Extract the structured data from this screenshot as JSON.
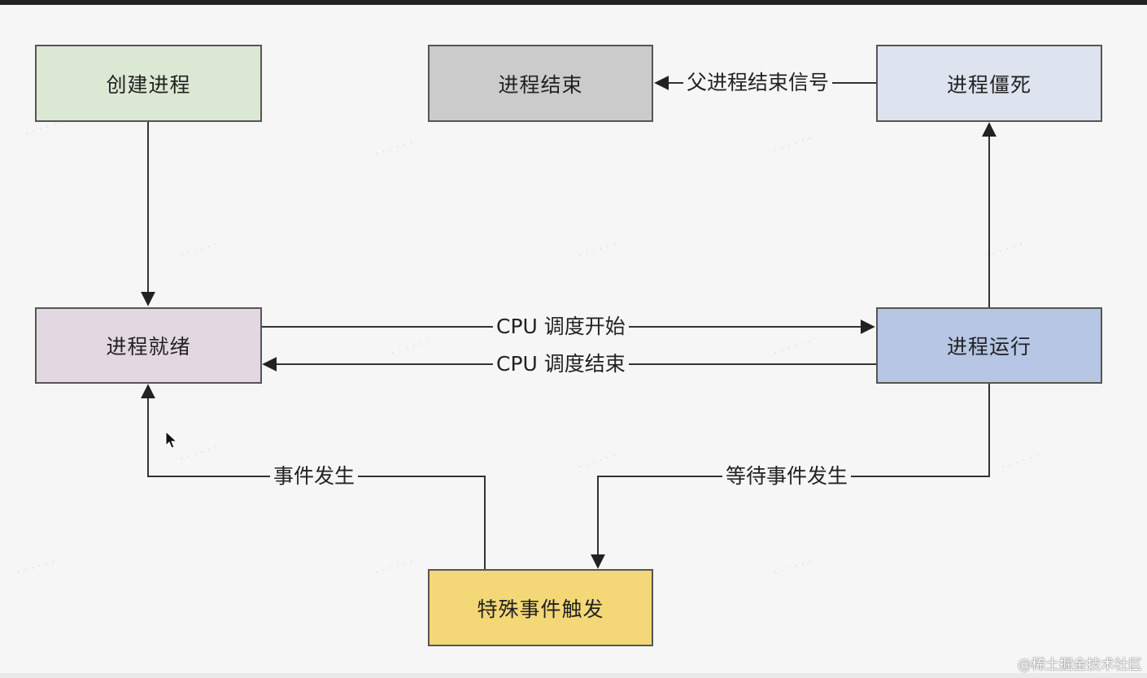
{
  "nodes": {
    "create": {
      "label": "创建进程",
      "color": "#dbe8d3"
    },
    "end": {
      "label": "进程结束",
      "color": "#cbcbcb"
    },
    "zombie": {
      "label": "进程僵死",
      "color": "#dde3ef"
    },
    "ready": {
      "label": "进程就绪",
      "color": "#e3d7e1"
    },
    "running": {
      "label": "进程运行",
      "color": "#b6c6e4"
    },
    "special": {
      "label": "特殊事件触发",
      "color": "#f4d877"
    }
  },
  "edges": {
    "parent_end_signal": "父进程结束信号",
    "cpu_schedule_start": "CPU 调度开始",
    "cpu_schedule_end": "CPU 调度结束",
    "event_occurs": "事件发生",
    "wait_event": "等待事件发生"
  },
  "credit": "@稀土掘金技术社区"
}
